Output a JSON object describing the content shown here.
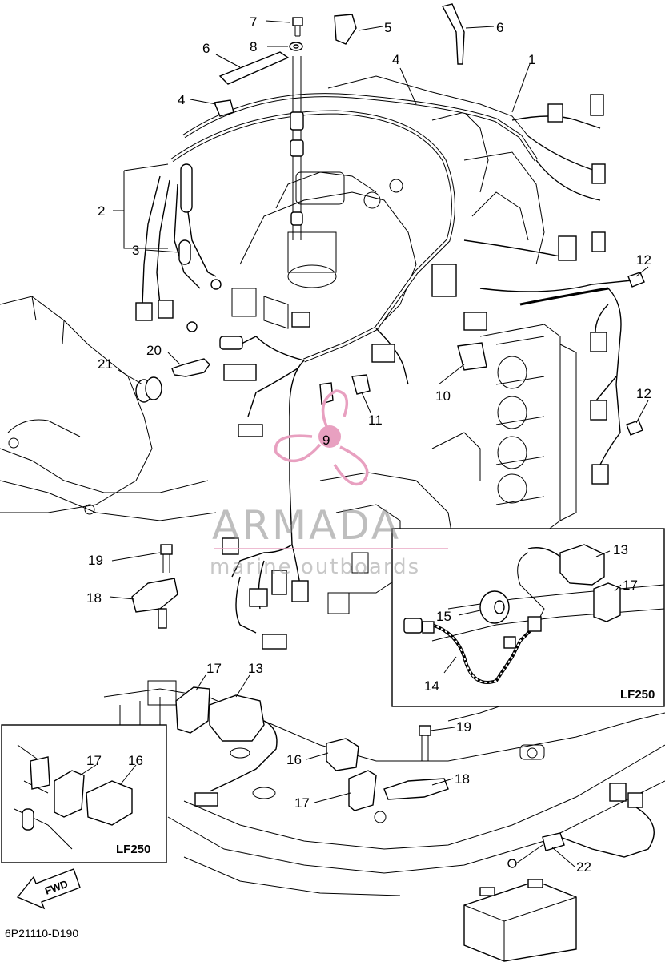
{
  "callouts": [
    {
      "id": "c1",
      "text": "1"
    },
    {
      "id": "c2",
      "text": "2"
    },
    {
      "id": "c3",
      "text": "3"
    },
    {
      "id": "c4a",
      "text": "4"
    },
    {
      "id": "c4b",
      "text": "4"
    },
    {
      "id": "c5",
      "text": "5"
    },
    {
      "id": "c6a",
      "text": "6"
    },
    {
      "id": "c6b",
      "text": "6"
    },
    {
      "id": "c7",
      "text": "7"
    },
    {
      "id": "c8",
      "text": "8"
    },
    {
      "id": "c9",
      "text": "9"
    },
    {
      "id": "c10",
      "text": "10"
    },
    {
      "id": "c11",
      "text": "11"
    },
    {
      "id": "c12a",
      "text": "12"
    },
    {
      "id": "c12b",
      "text": "12"
    },
    {
      "id": "c13a",
      "text": "13"
    },
    {
      "id": "c13b",
      "text": "13"
    },
    {
      "id": "c14",
      "text": "14"
    },
    {
      "id": "c15",
      "text": "15"
    },
    {
      "id": "c16a",
      "text": "16"
    },
    {
      "id": "c16b",
      "text": "16"
    },
    {
      "id": "c17a",
      "text": "17"
    },
    {
      "id": "c17b",
      "text": "17"
    },
    {
      "id": "c17c",
      "text": "17"
    },
    {
      "id": "c17d",
      "text": "17"
    },
    {
      "id": "c18a",
      "text": "18"
    },
    {
      "id": "c18b",
      "text": "18"
    },
    {
      "id": "c19a",
      "text": "19"
    },
    {
      "id": "c19b",
      "text": "19"
    },
    {
      "id": "c20",
      "text": "20"
    },
    {
      "id": "c21",
      "text": "21"
    },
    {
      "id": "c22",
      "text": "22"
    }
  ],
  "inset_right": {
    "label": "LF250"
  },
  "inset_left": {
    "label": "LF250"
  },
  "fwd_label": "FWD",
  "diagram_code": "6P21110-D190",
  "watermark": {
    "brand": "ARMADA",
    "tagline": "marine outboards",
    "color": "#e8a0c0"
  }
}
